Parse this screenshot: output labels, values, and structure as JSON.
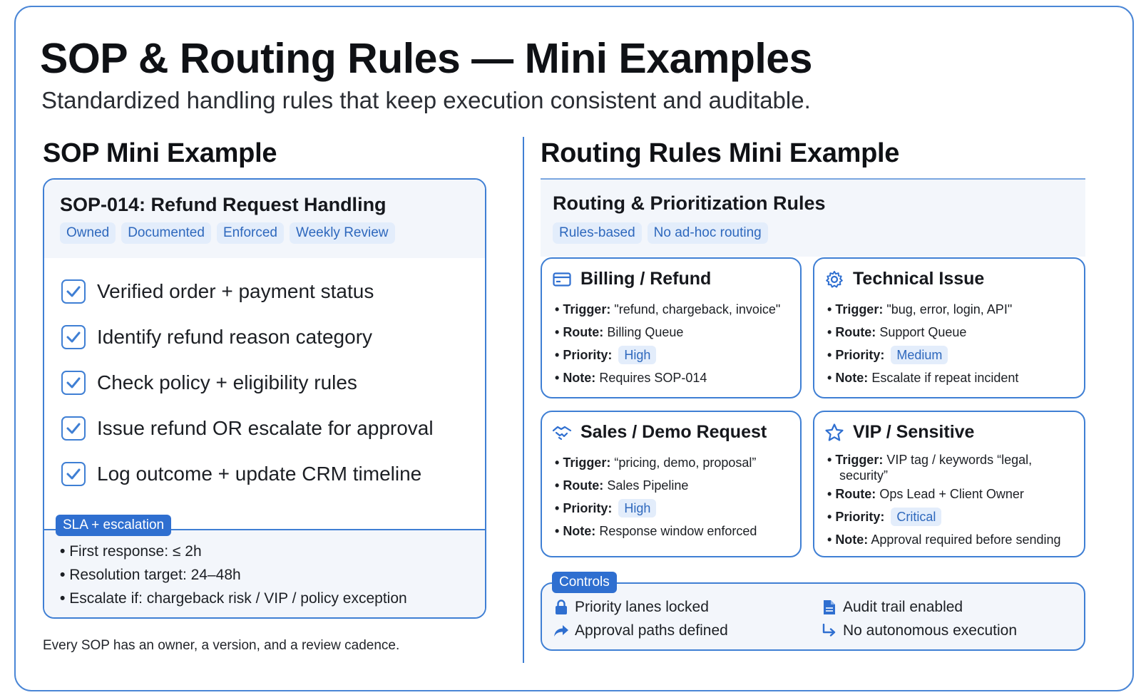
{
  "title": "SOP & Routing Rules — Mini Examples",
  "subtitle": "Standardized handling rules that keep execution consistent and auditable.",
  "sop": {
    "heading": "SOP Mini Example",
    "card_title": "SOP-014: Refund Request Handling",
    "tags": [
      "Owned",
      "Documented",
      "Enforced",
      "Weekly Review"
    ],
    "steps": [
      "Verified order + payment status",
      "Identify refund reason category",
      "Check policy + eligibility rules",
      "Issue refund OR escalate for approval",
      "Log outcome + update CRM timeline"
    ],
    "sla_badge": "SLA + escalation",
    "sla_items": [
      "First response: ≤ 2h",
      "Resolution target: 24–48h",
      "Escalate if: chargeback risk / VIP / policy exception"
    ],
    "footer": "Every SOP has an owner, a version, and a review cadence."
  },
  "routing": {
    "heading": "Routing Rules Mini Example",
    "panel_title": "Routing & Prioritization Rules",
    "tags": [
      "Rules-based",
      "No ad-hoc routing"
    ],
    "labels": {
      "trigger": "Trigger:",
      "route": "Route:",
      "priority": "Priority:",
      "note": "Note:"
    },
    "cards": [
      {
        "icon": "credit-card-icon",
        "title": "Billing / Refund",
        "trigger": " \"refund, chargeback, invoice\"",
        "route": " Billing Queue",
        "priority": "High",
        "note": " Requires SOP-014"
      },
      {
        "icon": "gear-icon",
        "title": "Technical Issue",
        "trigger": " \"bug, error, login, API\"",
        "route": " Support Queue",
        "priority": "Medium",
        "note": " Escalate if repeat incident"
      },
      {
        "icon": "handshake-icon",
        "title": "Sales / Demo Request",
        "trigger": " “pricing, demo, proposal”",
        "route": " Sales Pipeline",
        "priority": "High",
        "note": " Response window enforced"
      },
      {
        "icon": "star-icon",
        "title": "VIP / Sensitive",
        "trigger": " VIP tag / keywords “legal,",
        "trigger_cont": "security”",
        "route": " Ops Lead + Client Owner",
        "priority": "Critical",
        "note": " Approval required before sending"
      }
    ],
    "controls_badge": "Controls",
    "controls": [
      {
        "icon": "lock-icon",
        "label": "Priority lanes locked"
      },
      {
        "icon": "document-icon",
        "label": "Audit trail enabled"
      },
      {
        "icon": "forward-arrow-icon",
        "label": "Approval paths defined"
      },
      {
        "icon": "turn-arrow-icon",
        "label": "No autonomous execution"
      }
    ]
  },
  "colors": {
    "accent": "#3f7fd4",
    "badge": "#2f6fd0",
    "tag_bg": "#e3edfb",
    "tag_text": "#2e68bd"
  }
}
